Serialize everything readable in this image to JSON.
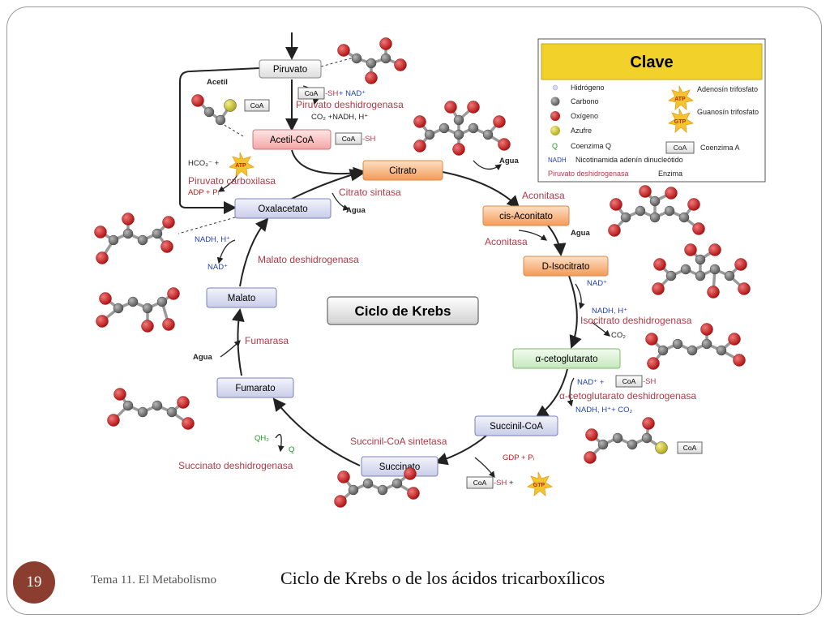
{
  "footer": {
    "slide_number": "19",
    "topic": "Tema 11. El Metabolismo",
    "caption": "Ciclo de Krebs o de los ácidos tricarboxílicos"
  },
  "diagram": {
    "title": "Ciclo de Krebs",
    "nodes": {
      "piruvato": "Piruvato",
      "acetil_coa": "Acetil-CoA",
      "citrato": "Citrato",
      "cis_aconitato": "cis-Aconitato",
      "d_isocitrato": "D-Isocitrato",
      "a_cetoglutarato": "α-cetoglutarato",
      "succinil_coa": "Succinil-CoA",
      "succinato": "Succinato",
      "fumarato": "Fumarato",
      "malato": "Malato",
      "oxalacetato": "Oxalacetato"
    },
    "enzymes": {
      "piruvato_deshidrogenasa": "Piruvato deshidrogenasa",
      "piruvato_carboxilasa": "Piruvato carboxilasa",
      "citrato_sintasa": "Citrato sintasa",
      "aconitasa_1": "Aconitasa",
      "aconitasa_2": "Aconitasa",
      "isocitrato_deshidrogenasa": "Isocitrato deshidrogenasa",
      "a_ceto_deshidrogenasa": "α-cetoglutarato deshidrogenasa",
      "succinil_coa_sintetasa": "Succinil-CoA sintetasa",
      "succinato_deshidrogenasa": "Succinato deshidrogenasa",
      "fumarasa": "Fumarasa",
      "malato_deshidrogenasa": "Malato deshidrogenasa"
    },
    "cofactors": {
      "acetil": "Acetil",
      "coa": "CoA",
      "sh": "-SH",
      "nad_plus": "+ NAD⁺",
      "co2_nadh": "CO₂ +NADH, H⁺",
      "hco3": "HCO₃⁻ +",
      "adp_pi": "ADP + Pᵢ",
      "atp": "ATP",
      "agua": "Agua",
      "nadh_h": "NADH, H⁺",
      "nad": "NAD⁺",
      "nadh_h_plus": "NADH, H⁺",
      "co2": "CO₂",
      "nad_plus2": "NAD⁺ +",
      "nadh_co2": "NADH, H⁺+ CO₂",
      "gdp_pi": "GDP + Pᵢ",
      "gtp": "GTP",
      "qh2": "QH₂",
      "q": "Q",
      "plus": "+"
    },
    "legend": {
      "title": "Clave",
      "hidrogeno": "Hidrógeno",
      "carbono": "Carbono",
      "oxigeno": "Oxígeno",
      "azufre": "Azufre",
      "q_symbol": "Q",
      "q_label": "Coenzima Q",
      "nadh_symbol": "NADH",
      "nadh_label": "Nicotinamida adenín dinucleótido",
      "enzyme_sample": "Piruvato deshidrogenasa",
      "enzyme_label": "Enzima",
      "atp_label": "Adenosín trifosfato",
      "gtp_label": "Guanosín trifosfato",
      "coa_label": "Coenzima A",
      "atp_symbol": "ATP",
      "gtp_symbol": "GTP",
      "coa_symbol": "CoA"
    },
    "colors": {
      "enzyme_text": "#b23a48",
      "nad_text": "#1f3fbf",
      "legend_title_bg": "#f2d22a",
      "oxygen": "#cc1f1f",
      "carbon": "#7d7d7d",
      "sulfur": "#c9c227",
      "atp_star": "#f4c430"
    }
  }
}
